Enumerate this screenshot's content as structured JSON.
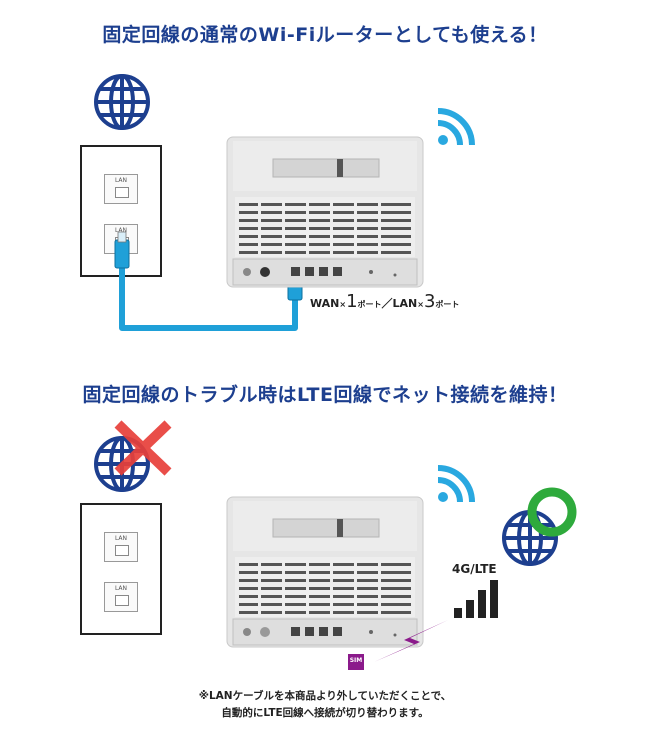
{
  "section1": {
    "title": "固定回線の通常のWi-Fiルーターとしても使える！",
    "socket_top_label": "LAN",
    "socket_bottom_label": "LAN",
    "port_label": {
      "wan": "WAN",
      "times1": "×",
      "count1": "1",
      "unit1": "ポート",
      "slash": "／",
      "lan": "LAN",
      "times2": "×",
      "count2": "3",
      "unit2": "ポート"
    }
  },
  "section2": {
    "title": "固定回線のトラブル時はLTE回線でネット接続を維持！",
    "socket_top_label": "LAN",
    "socket_bottom_label": "LAN",
    "lte_label": "4G/LTE",
    "sim_label": "SIM"
  },
  "note": {
    "line1": "※LANケーブルを本商品より外していただくことで、",
    "line2": "自動的にLTE回線へ接続が切り替わります。"
  },
  "colors": {
    "title": "#1d3f8f",
    "globe": "#1d3f8f",
    "wifi": "#29a8e0",
    "cable": "#1fa0d8",
    "cross": "#e8403a",
    "ring": "#2eaa3c",
    "sim": "#8b1a8b"
  }
}
